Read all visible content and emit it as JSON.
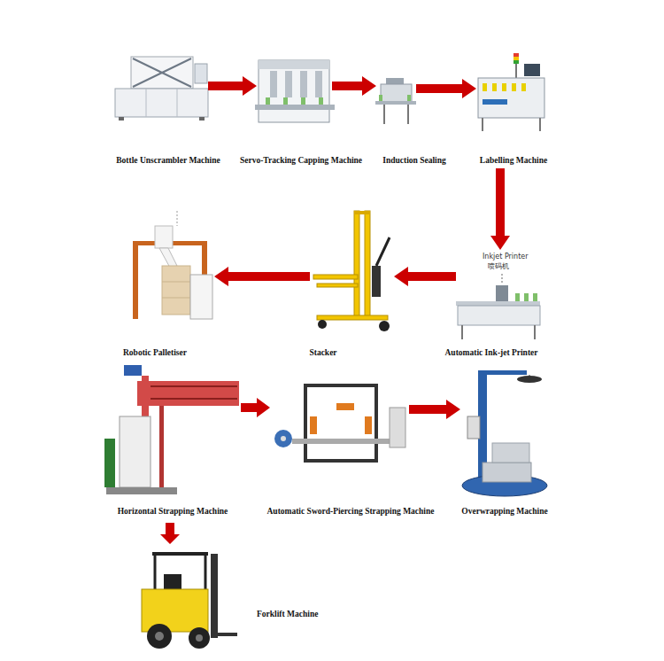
{
  "diagram": {
    "nodes": [
      {
        "text": [
          "Bottle Unscrambler Machine"
        ]
      },
      {
        "text": [
          "Servo-Tracking Capping Machine"
        ]
      },
      {
        "text": [
          "Induction Sealing"
        ]
      },
      {
        "text": [
          "Labelling Machine"
        ]
      },
      {
        "text": [
          "Automatic Ink-jet Printer"
        ]
      },
      {
        "text": [
          "Stacker"
        ]
      },
      {
        "text": [
          "Robotic Palletiser"
        ]
      },
      {
        "text": [
          "Horizontal Strapping Machine"
        ]
      },
      {
        "text": [
          "Automatic Sword-Piercing Strapping Machine"
        ]
      },
      {
        "text": [
          "Overwrapping Machine"
        ]
      },
      {
        "text": [
          "Forklift Machine"
        ]
      }
    ],
    "edges": [
      {
        "from": 0,
        "to": 1,
        "arrow": "to"
      },
      {
        "from": 1,
        "to": 2,
        "arrow": "to"
      },
      {
        "from": 2,
        "to": 3,
        "arrow": "to"
      },
      {
        "from": 3,
        "to": 4,
        "arrow": "to"
      },
      {
        "from": 4,
        "to": 5,
        "arrow": "to"
      },
      {
        "from": 5,
        "to": 6,
        "arrow": "to"
      },
      {
        "from": 7,
        "to": 8,
        "arrow": "to"
      },
      {
        "from": 8,
        "to": 9,
        "arrow": "to"
      },
      {
        "from": 7,
        "to": 10,
        "arrow": "to"
      }
    ],
    "labels": [
      "Inkjet Printer",
      "喷码机"
    ]
  }
}
